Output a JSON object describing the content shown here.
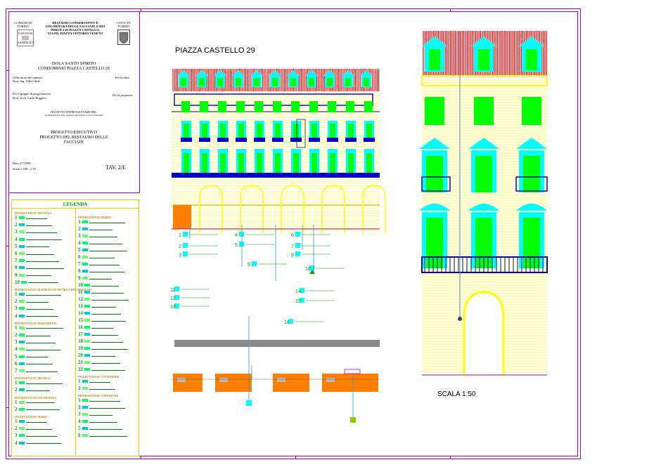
{
  "title_block": {
    "comune_label": "COMUNE DI",
    "comune_name": "TORINO",
    "logo_left_text": "TORINESE",
    "logo_left_sub": "SANPAOLO",
    "city_label": "CITTA' DI",
    "city_name": "TORINO",
    "project_lines": [
      "RESTAURO CONSERVATIVO E",
      "COLORITURA DELLE FACCIATE E DEI",
      "PORTICI DI PIAZZA CASTELLO,",
      "VIA PO, PIAZZA VITTORIO VENETO"
    ],
    "isola": "ISOLA SANTO SPIRITO",
    "condominio": "CONDOMINIO PIAZZA CASTELLO 29",
    "director_label": "Il Direttore del cantiere:",
    "director_name": "Dott. Ing. Aldo Ghelo",
    "approval_label": "Per la ditta:",
    "group_label": "Per il gruppo di progettazione:",
    "group_name": "Dott. Arch. Carlo Roggero",
    "owner_label": "Per la proprieta':",
    "object_label": "OGGETTO DI PROGETTAZIONE:",
    "object_text": "Architettura facciate, elementi decorativi, colori e materiali",
    "main_title": [
      "PROGETTO ESECUTIVO",
      "PROGETTO DEL RESTAURO DELLE",
      "FACCIATE"
    ],
    "date": "Data 2/7/1998",
    "scale": "Scala 1:100 - 1:50",
    "tav": "TAV. 2/E"
  },
  "legend": {
    "title": "LEGENDA",
    "sections": [
      "INTERVENTI SU INTONACI",
      "INTERVENTI SU ELEMENTI IN PIETRA E DECORAZIONI",
      "INTERVENTI SU SERRAMENTI",
      "INTERVENTI SU METALLI",
      "INTERVENTI DI COLORITURA",
      "INTERVENTI SU FERRO",
      "INTERVENTI SU LATTONERIE",
      "INTERVENTI SU COPERTURE"
    ],
    "numbers_left": [
      "1",
      "2",
      "3",
      "4",
      "5",
      "6",
      "7",
      "8",
      "9",
      "10",
      "1",
      "2",
      "3",
      "4",
      "1",
      "2",
      "3",
      "4",
      "5",
      "6",
      "7",
      "1",
      "2",
      "1",
      "2",
      "1",
      "2",
      "3",
      "4"
    ],
    "numbers_right": [
      "1",
      "2",
      "3",
      "4",
      "5",
      "6",
      "7",
      "8",
      "9",
      "10",
      "11",
      "12",
      "13",
      "14",
      "15",
      "16",
      "17",
      "18",
      "19",
      "20",
      "21",
      "22",
      "1",
      "2",
      "1",
      "2",
      "3",
      "4",
      "5",
      "6"
    ]
  },
  "drawing": {
    "elevation_title": "PIAZZA CASTELLO 29",
    "scale_label": "SCALA 1:50",
    "callout_numbers": [
      "1",
      "2",
      "3",
      "4",
      "5",
      "6",
      "7",
      "8",
      "9",
      "10",
      "11",
      "12",
      "13",
      "14",
      "15",
      "16"
    ]
  },
  "colors": {
    "frame": "#b000b0",
    "facade_yellow": "#ffff00",
    "window_green": "#00ff00",
    "frame_cyan": "#00ffff",
    "roof_red": "#ff0000",
    "balcony_blue": "#0000cc",
    "shop_orange": "#ff8000"
  }
}
